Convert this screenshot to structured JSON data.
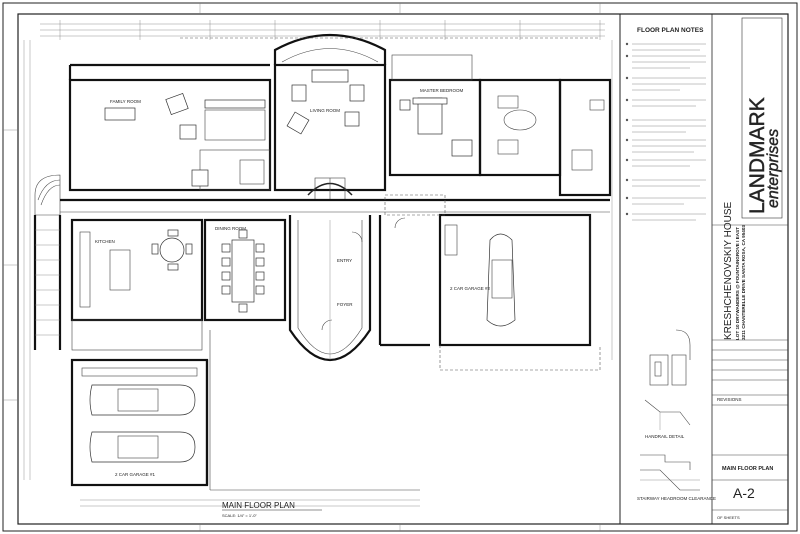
{
  "title_block": {
    "firm_name_line1": "LANDMARK",
    "firm_name_line2": "enterprises",
    "project_name": "KRESHCHENOVSKIY HOUSE",
    "project_address_line1": "LOT 10 DRYWANDERS @ FOUNTAINGROVE I EAST",
    "project_address_line2": "3211 CHANTERELLE DRIVE SANTA ROSA, CA 95403",
    "sheet_title": "MAIN FLOOR PLAN",
    "sheet_number": "A-2",
    "sheet_of": "OF   SHEETS"
  },
  "notes": {
    "heading": "FLOOR PLAN NOTES"
  },
  "drawing": {
    "title": "MAIN FLOOR PLAN",
    "scale": "SCALE: 1/4\" = 1'-0\"",
    "detail_1": "HANDRAIL DETAIL",
    "detail_2": "STAIRWAY HEADROOM CLEARANCE"
  },
  "rooms": {
    "family_room": "FAMILY ROOM",
    "living_room": "LIVING ROOM",
    "master_bedroom": "MASTER BEDROOM",
    "kitchen": "KITCHEN",
    "dining_room": "DINING ROOM",
    "entry": "ENTRY",
    "foyer": "FOYER",
    "garage_1": "2 CAR GARAGE #1",
    "garage_2": "2 CAR GARAGE #2"
  },
  "revisions": {
    "heading": "REVISIONS"
  }
}
